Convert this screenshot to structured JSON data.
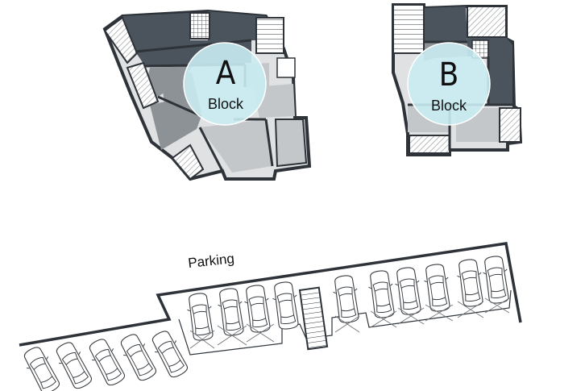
{
  "block_a": {
    "letter": "A",
    "label": "Block"
  },
  "block_b": {
    "letter": "B",
    "label": "Block"
  },
  "parking": {
    "label": "Parking"
  },
  "colors": {
    "dark_room": "#4b545c",
    "mid_room": "#8d9296",
    "light_room": "#c4c7c9",
    "pale_room": "#dfe1e2",
    "wall": "#2d3339",
    "badge": "#c9ecf2"
  }
}
